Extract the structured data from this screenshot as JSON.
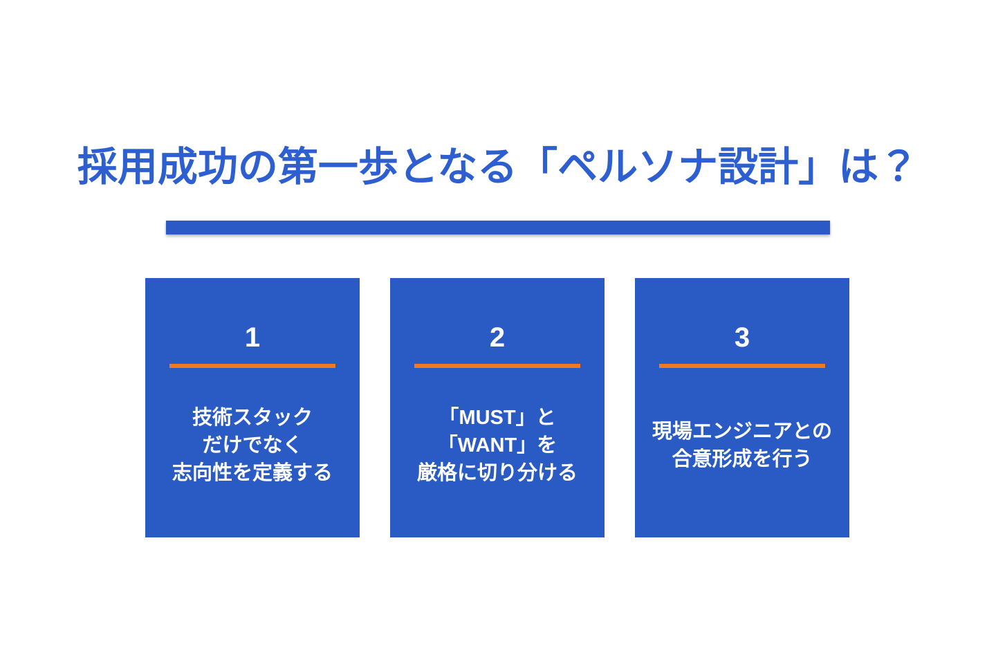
{
  "slide": {
    "title": "採用成功の第一歩となる「ペルソナ設計」は？",
    "colors": {
      "title_blue": "#2e5fd0",
      "bar_blue": "#2b5ac6",
      "card_blue": "#2a5bc5",
      "accent_orange": "#f07a21",
      "card_text": "#ffffff",
      "background": "#ffffff"
    },
    "cards": [
      {
        "number": "1",
        "text": "技術スタック\nだけでなく\n志向性を定義する"
      },
      {
        "number": "2",
        "text": "「MUST」と\n「WANT」を\n厳格に切り分ける"
      },
      {
        "number": "3",
        "text": "現場エンジニアとの\n合意形成を行う"
      }
    ]
  }
}
